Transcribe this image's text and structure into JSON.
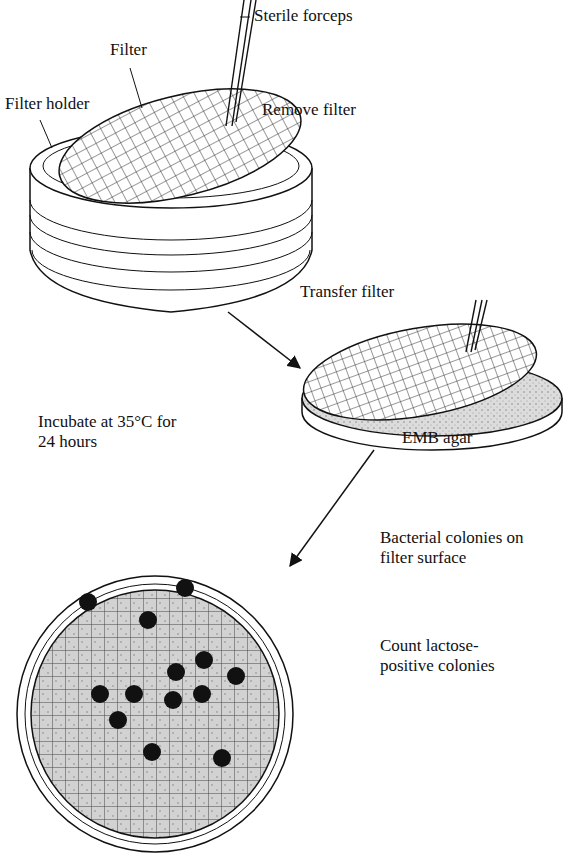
{
  "diagram": {
    "labels": [
      "Sterile forceps",
      "Filter",
      "Filter holder",
      "Remove filter",
      "Transfer filter",
      "Incubate at 35°C for 24 hours",
      "EMB agar",
      "Bacterial colonies on filter surface",
      "Count lactose-positive colonies"
    ]
  }
}
